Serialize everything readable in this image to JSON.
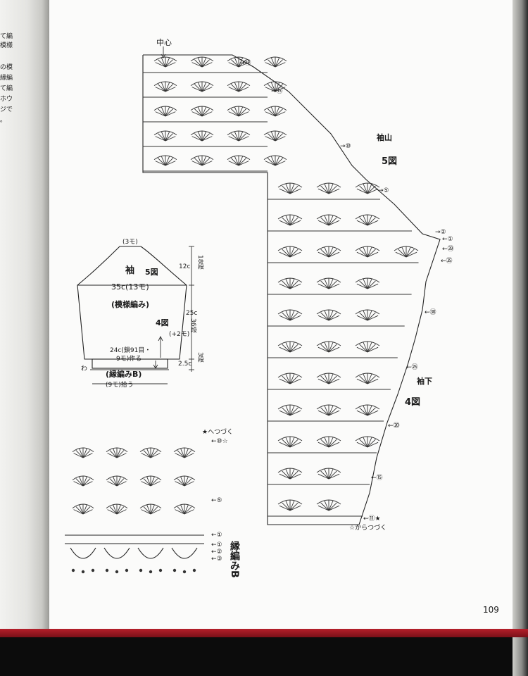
{
  "page_number": "109",
  "previous_page_fragments": [
    "て編",
    "模様",
    "の模",
    "縁編",
    "て編",
    "ホウ",
    "ジで",
    "。"
  ],
  "main_chart": {
    "center_label": "中心",
    "sleeve_cap_label": "袖山",
    "sleeve_cap_figure": "5図",
    "underarm_label": "袖下",
    "underarm_figure": "4図",
    "continue_from": "☆からつづく",
    "row_markers": [
      "⑲",
      "⑮",
      "⑩",
      "⑤",
      "②",
      "①",
      "㊴",
      "㉟",
      "㉚",
      "㉕",
      "⑳",
      "⑮",
      "⑪★"
    ]
  },
  "schematic": {
    "title": "袖",
    "top_stitches": "(3モ)",
    "cap_figure": "5図",
    "width": "35c(13モ)",
    "pattern": "(模様編み)",
    "body_figure": "4図",
    "chain_note_1": "24c(鎖91目・",
    "chain_note_2": "9モ)作る",
    "border": "(縁編みB)",
    "bottom_pickup": "(9モ)拾う",
    "ring_mark": "わ",
    "cap_height": "12c",
    "cap_rows": "18段",
    "body_height": "25c",
    "body_rows": "36段",
    "increase": "(+2モ)",
    "border_height": "2.5c",
    "border_rows": "3段"
  },
  "border_chart": {
    "continue_to": "★へつづく",
    "row_markers": [
      "⑩☆",
      "⑤",
      "①",
      "①",
      "②",
      "③"
    ],
    "label": "縁編みB"
  }
}
